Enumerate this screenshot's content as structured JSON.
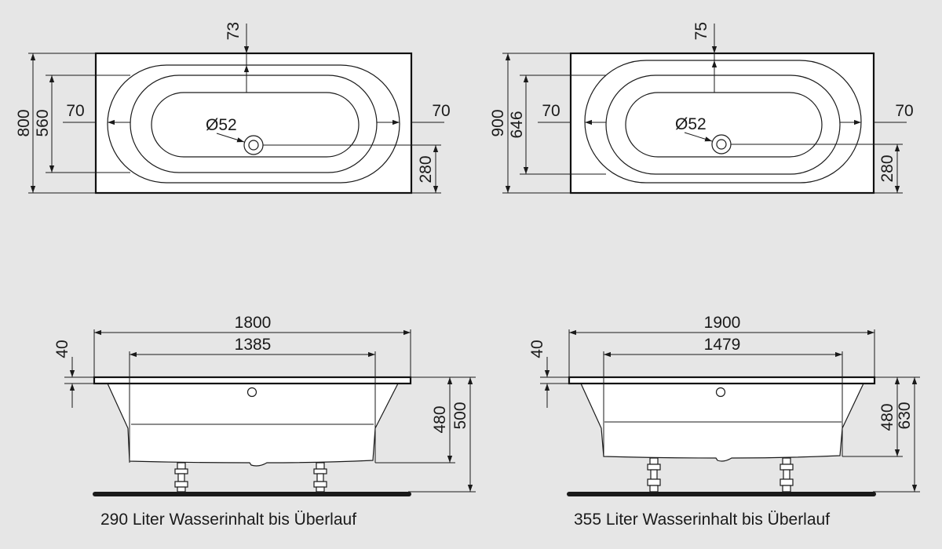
{
  "tub_1800": {
    "top_view": {
      "outlet_offset": "73",
      "width_outer": "800",
      "width_inner": "560",
      "rim_left": "70",
      "rim_right": "70",
      "drain_diameter": "Ø52",
      "drain_height": "280"
    },
    "side_view": {
      "length_outer": "1800",
      "length_inner": "1385",
      "rim_thickness": "40",
      "depth_inner": "480",
      "height_total": "500"
    },
    "capacity_text": "290 Liter Wasserinhalt bis Überlauf"
  },
  "tub_1900": {
    "top_view": {
      "outlet_offset": "75",
      "width_outer": "900",
      "width_inner": "646",
      "rim_left": "70",
      "rim_right": "70",
      "drain_diameter": "Ø52",
      "drain_height": "280"
    },
    "side_view": {
      "length_outer": "1900",
      "length_inner": "1479",
      "rim_thickness": "40",
      "depth_inner": "480",
      "height_total": "630"
    },
    "capacity_text": "355 Liter Wasserinhalt bis Überlauf"
  },
  "colors": {
    "background": "#e6e6e6",
    "tub_fill": "#ffffff",
    "line": "#1a1a1a"
  }
}
